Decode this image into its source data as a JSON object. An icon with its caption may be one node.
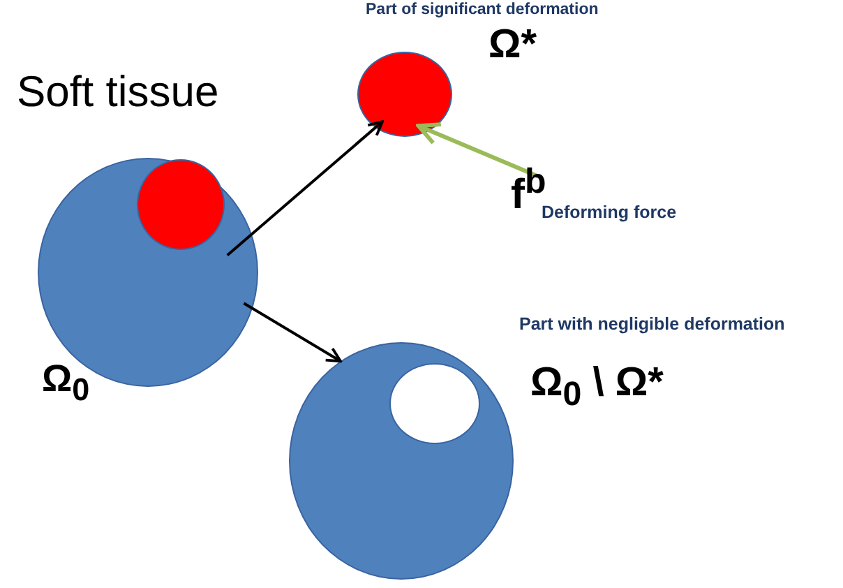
{
  "diagram": {
    "nodes": [
      {
        "text": [],
        "shape": "circle",
        "beside": [
          "Soft tissue",
          "Ω$_{0}$"
        ]
      },
      {
        "text": [],
        "shape": "circle",
        "in": 0
      },
      {
        "text": [],
        "shape": "circle",
        "beside": [
          "Part of significant deformation",
          "Ω*"
        ]
      },
      {
        "text": [
          "f$^{b}$"
        ],
        "beside": [
          "Deforming force"
        ]
      },
      {
        "text": [],
        "shape": "circle",
        "beside": [
          "Part with negligible deformation",
          "Ω$_{0}$ \\ Ω*"
        ]
      },
      {
        "text": [],
        "shape": "circle",
        "in": 4
      }
    ],
    "edges": [
      {
        "from": 0,
        "to": 2,
        "arrow": "to"
      },
      {
        "from": 0,
        "to": 4,
        "arrow": "to"
      },
      {
        "from": 3,
        "to": 2,
        "arrow": "to",
        "color": "#9bbb59"
      }
    ]
  }
}
